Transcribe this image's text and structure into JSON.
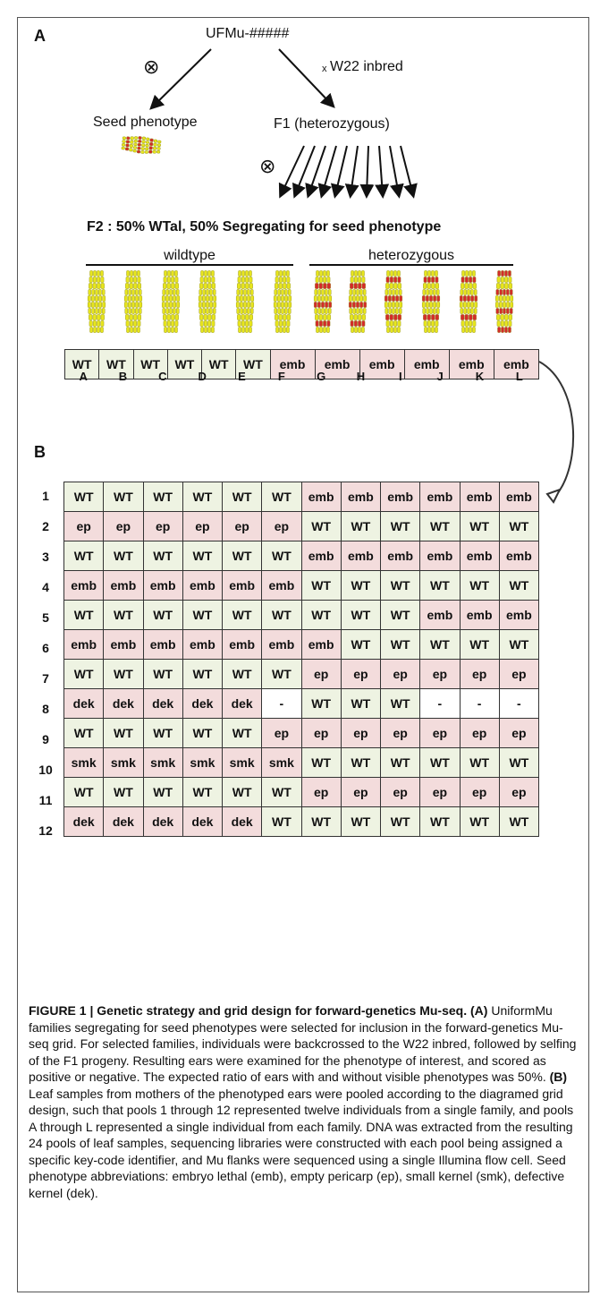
{
  "panel_a": {
    "label": "A",
    "parent_line": "UFMu-#####",
    "cross_label": "W22 inbred",
    "cross_symbol": "x",
    "self_symbol": "⊗",
    "seed_phenotype": "Seed phenotype",
    "f1_label": "F1 (heterozygous)",
    "f2_label": "F2 : 50% WTal, 50% Segregating for seed phenotype",
    "group_wildtype": "wildtype",
    "group_heterozygous": "heterozygous",
    "strip": [
      "WT",
      "WT",
      "WT",
      "WT",
      "WT",
      "WT",
      "emb",
      "emb",
      "emb",
      "emb",
      "emb",
      "emb"
    ]
  },
  "panel_b": {
    "label": "B",
    "columns": [
      "A",
      "B",
      "C",
      "D",
      "E",
      "F",
      "G",
      "H",
      "I",
      "J",
      "K",
      "L"
    ],
    "rows": [
      "1",
      "2",
      "3",
      "4",
      "5",
      "6",
      "7",
      "8",
      "9",
      "10",
      "11",
      "12"
    ],
    "grid": [
      [
        "WT",
        "WT",
        "WT",
        "WT",
        "WT",
        "WT",
        "emb",
        "emb",
        "emb",
        "emb",
        "emb",
        "emb"
      ],
      [
        "ep",
        "ep",
        "ep",
        "ep",
        "ep",
        "ep",
        "WT",
        "WT",
        "WT",
        "WT",
        "WT",
        "WT"
      ],
      [
        "WT",
        "WT",
        "WT",
        "WT",
        "WT",
        "WT",
        "emb",
        "emb",
        "emb",
        "emb",
        "emb",
        "emb"
      ],
      [
        "emb",
        "emb",
        "emb",
        "emb",
        "emb",
        "emb",
        "WT",
        "WT",
        "WT",
        "WT",
        "WT",
        "WT"
      ],
      [
        "WT",
        "WT",
        "WT",
        "WT",
        "WT",
        "WT",
        "WT",
        "WT",
        "WT",
        "emb",
        "emb",
        "emb"
      ],
      [
        "emb",
        "emb",
        "emb",
        "emb",
        "emb",
        "emb",
        "emb",
        "WT",
        "WT",
        "WT",
        "WT",
        "WT"
      ],
      [
        "WT",
        "WT",
        "WT",
        "WT",
        "WT",
        "WT",
        "ep",
        "ep",
        "ep",
        "ep",
        "ep",
        "ep"
      ],
      [
        "dek",
        "dek",
        "dek",
        "dek",
        "dek",
        "-",
        "WT",
        "WT",
        "WT",
        "-",
        "-",
        "-"
      ],
      [
        "WT",
        "WT",
        "WT",
        "WT",
        "WT",
        "ep",
        "ep",
        "ep",
        "ep",
        "ep",
        "ep",
        "ep"
      ],
      [
        "smk",
        "smk",
        "smk",
        "smk",
        "smk",
        "smk",
        "WT",
        "WT",
        "WT",
        "WT",
        "WT",
        "WT"
      ],
      [
        "WT",
        "WT",
        "WT",
        "WT",
        "WT",
        "WT",
        "ep",
        "ep",
        "ep",
        "ep",
        "ep",
        "ep"
      ],
      [
        "dek",
        "dek",
        "dek",
        "dek",
        "dek",
        "WT",
        "WT",
        "WT",
        "WT",
        "WT",
        "WT",
        "WT"
      ]
    ]
  },
  "colors": {
    "wildtype_cell": "#eef3e2",
    "mutant_cell": "#f3dcdc",
    "kernel_yellow": "#e8e61c",
    "kernel_red": "#d42a2a"
  },
  "caption": {
    "title": "FIGURE 1 | Genetic strategy and grid design for forward-genetics Mu-seq.",
    "a_label": "(A)",
    "a_text": "UniformMu families segregating for seed phenotypes were selected for inclusion in the forward-genetics Mu-seq grid. For selected families, individuals were backcrossed to the W22 inbred, followed by selfing of the F1 progeny. Resulting ears were examined for the phenotype of interest, and scored as positive or negative. The expected ratio of ears with and without visible phenotypes was 50%.",
    "b_label": "(B)",
    "b_text": "Leaf samples from mothers of the phenotyped ears were pooled according to the diagramed grid design, such that pools 1 through 12 represented twelve individuals from a single family, and pools A through L represented a single individual from each family. DNA was extracted from the resulting 24 pools of leaf samples, sequencing libraries were constructed with each pool being assigned a specific key-code identifier, and Mu flanks were sequenced using a single Illumina flow cell. Seed phenotype abbreviations: embryo lethal (emb), empty pericarp (ep), small kernel (smk), defective kernel (dek)."
  }
}
